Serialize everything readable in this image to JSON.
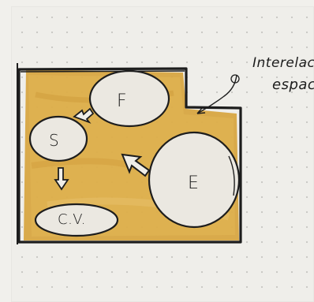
{
  "sketch": {
    "zones": [
      {
        "id": "F",
        "label": "F"
      },
      {
        "id": "S",
        "label": "S"
      },
      {
        "id": "E",
        "label": "E"
      },
      {
        "id": "CV",
        "label": "C.V."
      }
    ],
    "annotation": {
      "line1": "Interelac",
      "line2": "espac"
    },
    "colors": {
      "paper": "#efeeea",
      "fill": "#d6a23a",
      "fill_light": "#e6c36a",
      "ink": "#1d1d1d",
      "dot": "#c7c6c2",
      "bubble_fill": "#e8e6e0"
    }
  }
}
